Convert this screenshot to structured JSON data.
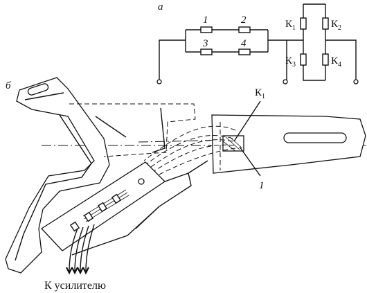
{
  "labels": {
    "part_a": "а",
    "part_b": "б",
    "r1": "1",
    "r2": "2",
    "r3": "3",
    "r4": "4",
    "k1_main": "К",
    "k1_sub": "1",
    "k2_main": "К",
    "k2_sub": "2",
    "k3_main": "К",
    "k3_sub": "3",
    "k4_main": "К",
    "k4_sub": "4",
    "callout_k1_main": "К",
    "callout_k1_sub": "1",
    "callout_1": "1",
    "amplifier": "К усилителю"
  },
  "colors": {
    "ink": "#111111",
    "paper": "#ffffff"
  }
}
